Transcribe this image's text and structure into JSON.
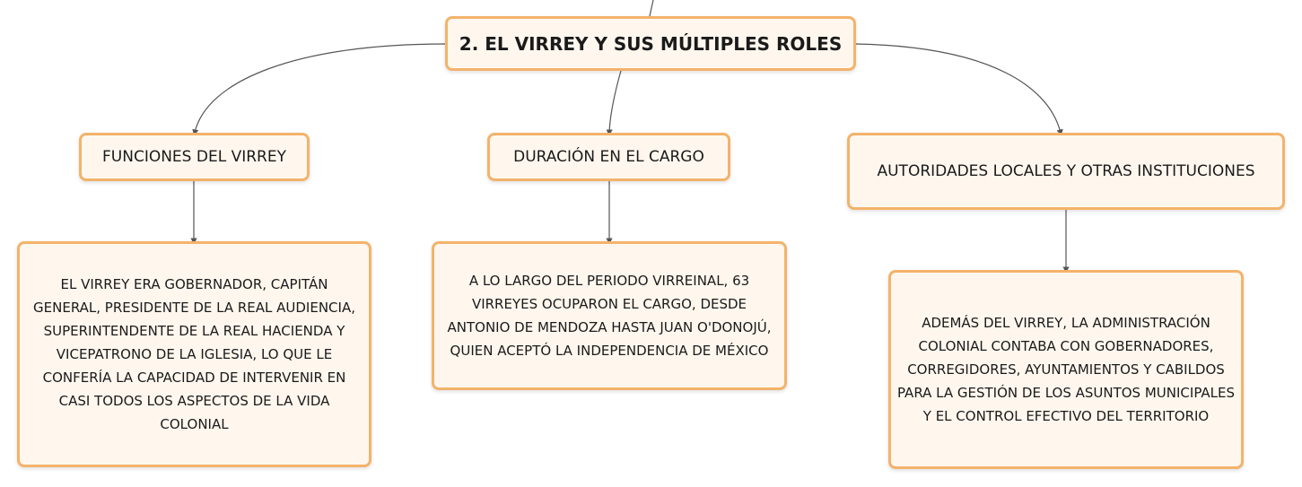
{
  "root": {
    "title": "2. EL VIRREY Y SUS MÚLTIPLES ROLES"
  },
  "topics": [
    {
      "label": "FUNCIONES DEL VIRREY",
      "detail": "EL VIRREY ERA GOBERNADOR, CAPITÁN GENERAL, PRESIDENTE DE LA REAL AUDIENCIA, SUPERINTENDENTE DE LA REAL HACIENDA Y VICEPATRONO DE LA IGLESIA, LO QUE LE CONFERÍA LA CAPACIDAD DE INTERVENIR EN CASI TODOS LOS ASPECTOS DE LA VIDA COLONIAL"
    },
    {
      "label": "DURACIÓN EN EL CARGO",
      "detail": "A LO LARGO DEL PERIODO VIRREINAL, 63 VIRREYES OCUPARON EL CARGO, DESDE ANTONIO DE MENDOZA HASTA JUAN O'DONOJÚ, QUIEN ACEPTÓ LA INDEPENDENCIA DE MÉXICO"
    },
    {
      "label": "AUTORIDADES LOCALES Y OTRAS INSTITUCIONES",
      "detail": "ADEMÁS DEL VIRREY, LA ADMINISTRACIÓN COLONIAL CONTABA CON GOBERNADORES, CORREGIDORES, AYUNTAMIENTOS Y CABILDOS PARA LA GESTIÓN DE LOS ASUNTOS MUNICIPALES Y EL CONTROL EFECTIVO DEL TERRITORIO"
    }
  ],
  "colors": {
    "node_border": "#f3b36b",
    "node_fill": "#fff7ee",
    "connector": "#555555"
  }
}
